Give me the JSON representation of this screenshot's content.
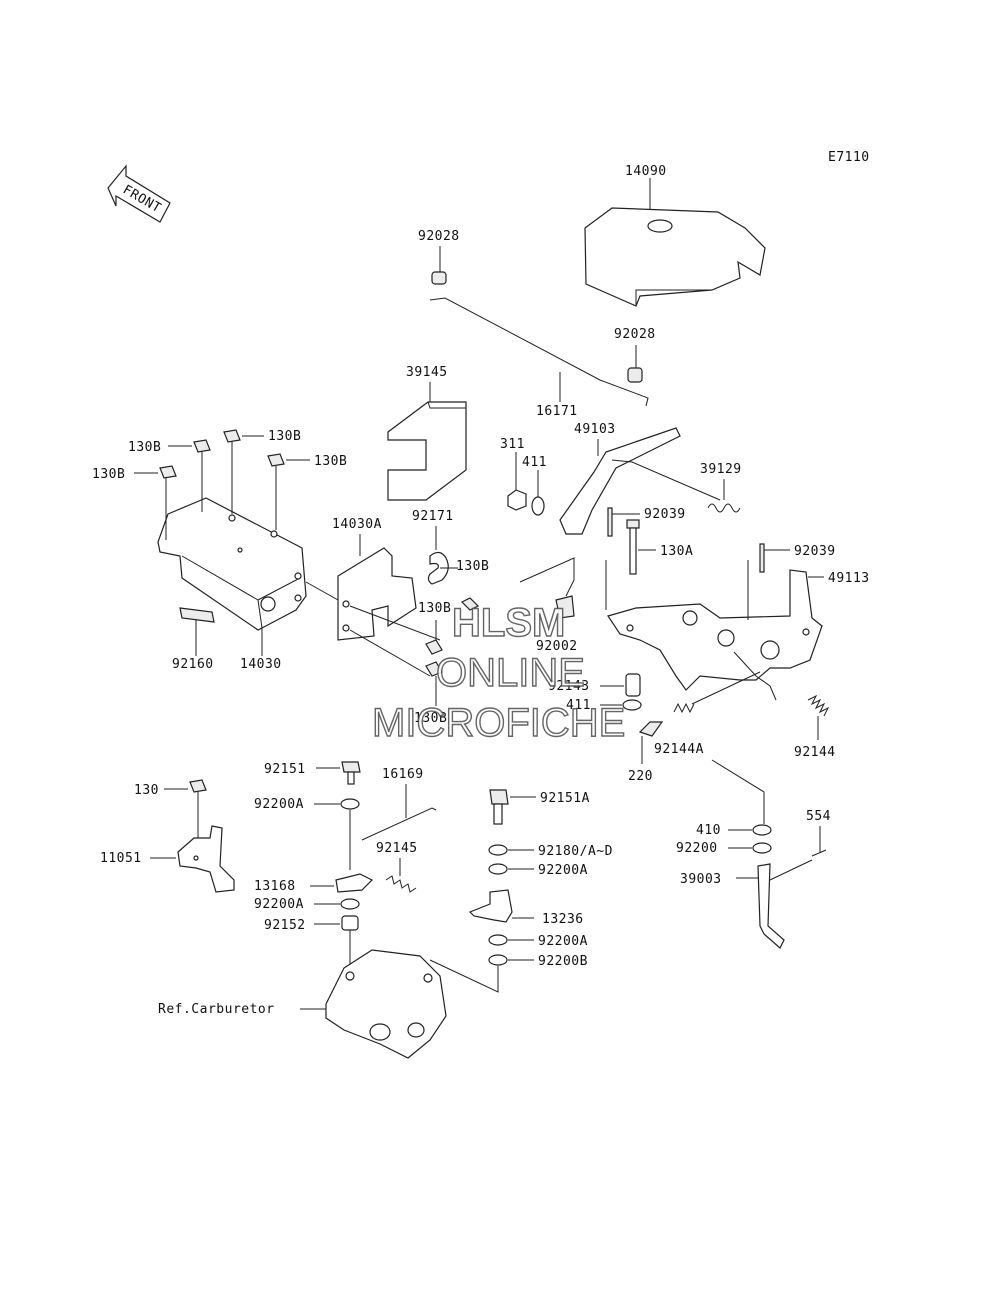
{
  "diagram_code": "E7110",
  "front_marker": "FRONT",
  "watermark": [
    "HLSM",
    "ONLINE",
    "MICROFICHE"
  ],
  "labels": {
    "p14090": "14090",
    "p92028a": "92028",
    "p92028b": "92028",
    "p39145": "39145",
    "p16171": "16171",
    "p311": "311",
    "p411a": "411",
    "p49103": "49103",
    "p39129": "39129",
    "p92039a": "92039",
    "p92039b": "92039",
    "p130a_top": "130A",
    "p49113": "49113",
    "p130b_1": "130B",
    "p130b_2": "130B",
    "p130b_3": "130B",
    "p130b_4": "130B",
    "p130b_5": "130B",
    "p130b_6": "130B",
    "p130b_7": "130B",
    "p14030a": "14030A",
    "p92171": "92171",
    "p92002": "92002",
    "p92160": "92160",
    "p14030": "14030",
    "p92143": "92143",
    "p411b": "411",
    "p92144a": "92144A",
    "p92144": "92144",
    "p220": "220",
    "p92151": "92151",
    "p16169": "16169",
    "p92151a": "92151A",
    "p130": "130",
    "p92200a_1": "92200A",
    "p92180": "92180/A~D",
    "p410": "410",
    "p554": "554",
    "p92145": "92145",
    "p92200a_2": "92200A",
    "p92200": "92200",
    "p11051": "11051",
    "p13168": "13168",
    "p39003": "39003",
    "p92200a_3": "92200A",
    "p13236": "13236",
    "p92152": "92152",
    "p92200a_4": "92200A",
    "p92200b": "92200B",
    "ref_carb": "Ref.Carburetor"
  }
}
